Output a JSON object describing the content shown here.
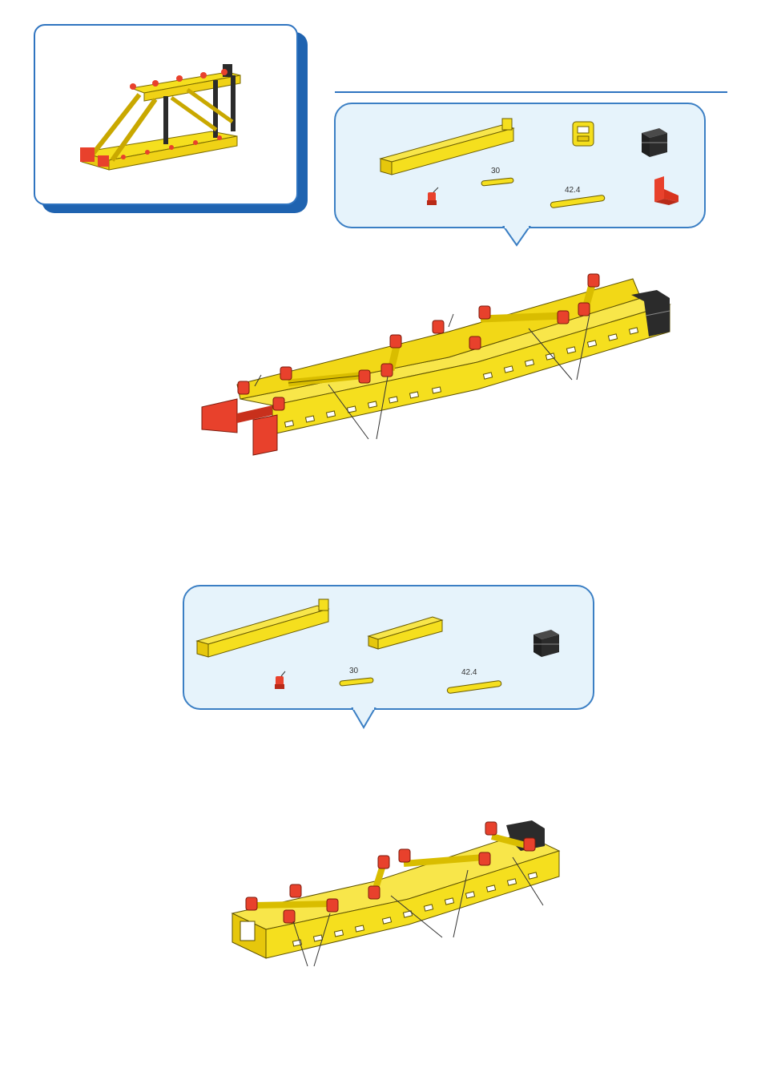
{
  "parts_box_1": {
    "strut_short_label": "30",
    "strut_long_label": "42.4"
  },
  "parts_box_2": {
    "strut_short_label": "30",
    "strut_long_label": "42.4"
  },
  "colors": {
    "accent_blue": "#2f74c0",
    "bubble_fill": "#e6f3fb",
    "part_yellow": "#f5df1e",
    "part_red": "#e8412c",
    "part_black": "#2b2b2b"
  }
}
